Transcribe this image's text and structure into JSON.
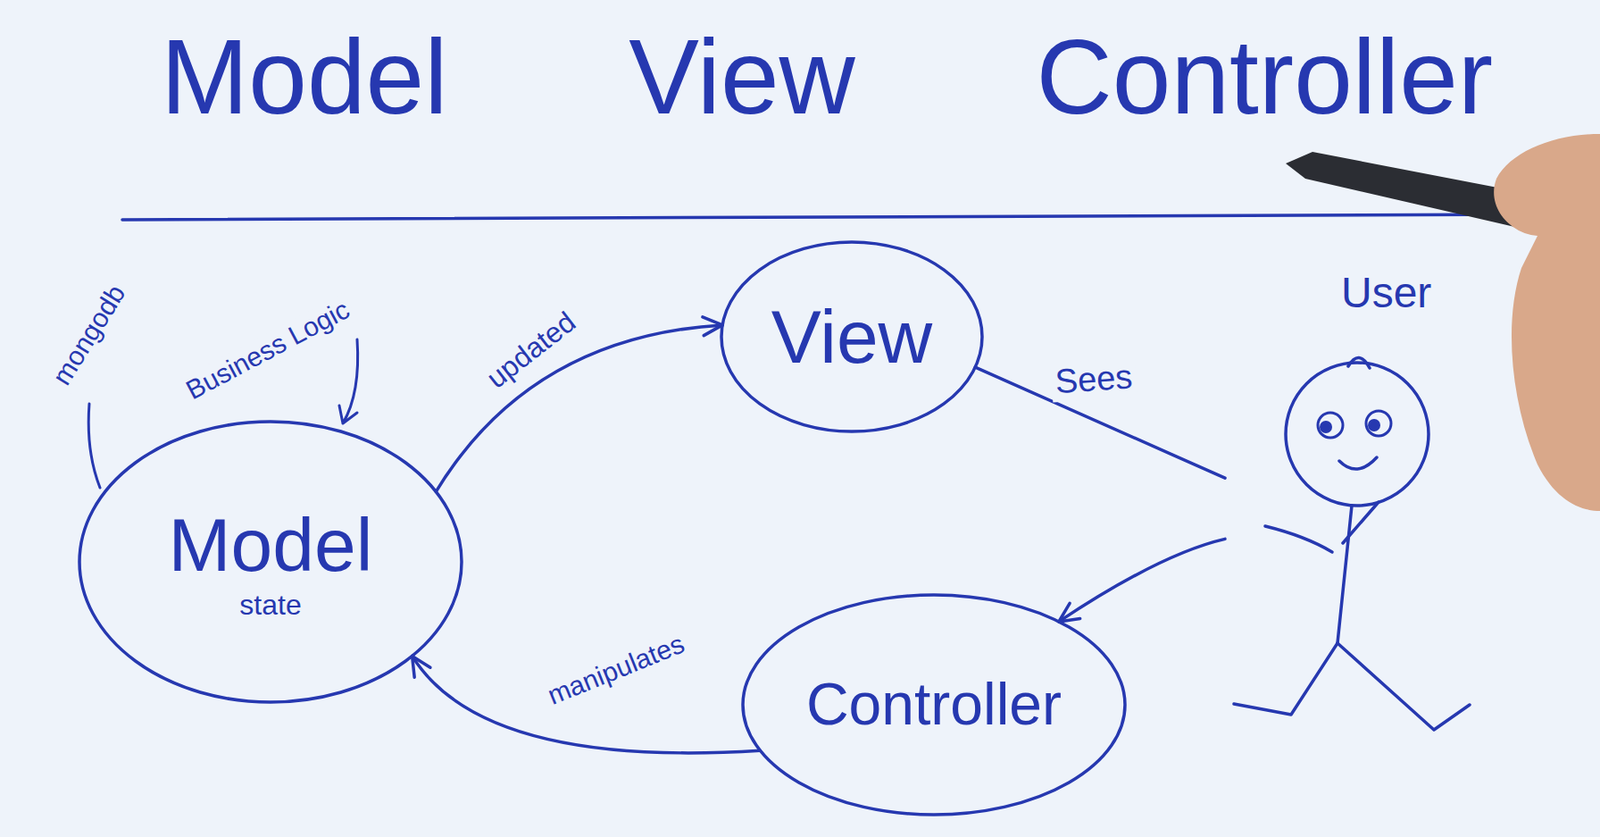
{
  "diagram": {
    "title": "Model View Controller",
    "nodes": [
      {
        "text": [
          "View"
        ]
      },
      {
        "text": [
          "User"
        ]
      },
      {
        "text": [
          "Model",
          "state"
        ]
      },
      {
        "text": [
          "Controller"
        ]
      }
    ],
    "edges": [
      {
        "from": 2,
        "to": 0,
        "arrow": "to",
        "label": "updated"
      },
      {
        "from": 0,
        "to": 1,
        "arrow": "none",
        "label": "Sees"
      },
      {
        "from": 1,
        "to": 3,
        "arrow": "to"
      },
      {
        "from": 3,
        "to": 2,
        "arrow": "to",
        "label": "manipulates"
      }
    ],
    "labels": [
      "mongodb",
      "Business Logic"
    ]
  }
}
